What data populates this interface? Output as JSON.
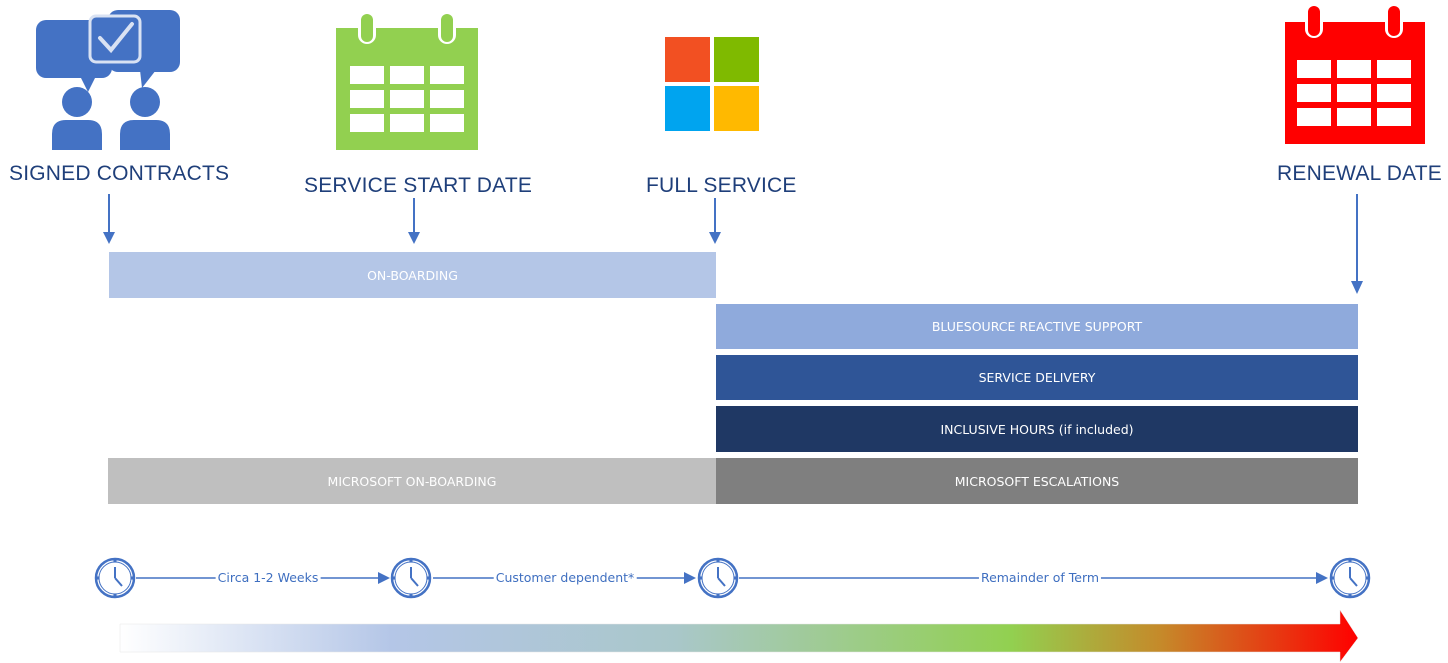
{
  "milestones": {
    "signed_contracts": {
      "label": "SIGNED CONTRACTS",
      "icon": "signed-contract-people-icon"
    },
    "service_start": {
      "label": "SERVICE START DATE",
      "icon": "green-calendar-icon"
    },
    "full_service": {
      "label": "FULL SERVICE",
      "icon": "microsoft-logo-icon"
    },
    "renewal": {
      "label": "RENEWAL DATE",
      "icon": "red-calendar-icon"
    }
  },
  "bars": {
    "onboarding": "ON-BOARDING",
    "reactive_support": "BLUESOURCE REACTIVE SUPPORT",
    "service_delivery": "SERVICE DELIVERY",
    "inclusive_hours": "INCLUSIVE HOURS (if included)",
    "microsoft_onboarding": "MICROSOFT ON-BOARDING",
    "microsoft_escalations": "MICROSOFT ESCALATIONS"
  },
  "timeline": {
    "segment_1": "Circa 1-2 Weeks",
    "segment_2": "Customer dependent*",
    "segment_3": "Remainder of Term"
  },
  "colors": {
    "label_text": "#1f3f7a",
    "arrow_blue": "#4472c4",
    "onboarding_bar": "#b4c6e7",
    "reactive_bar": "#8faadc",
    "delivery_bar": "#2f5597",
    "hours_bar": "#1f3864",
    "ms_onboarding_bar": "#bfbfbf",
    "ms_escalations_bar": "#7f7f7f",
    "green_calendar": "#92d050",
    "red_calendar": "#ff0000"
  }
}
